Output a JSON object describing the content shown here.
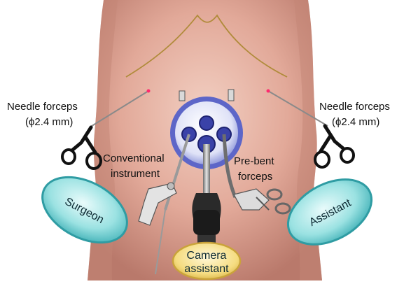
{
  "labels": {
    "needle_left_line1": "Needle forceps",
    "needle_left_line2": "(ϕ2.4 mm)",
    "needle_right_line1": "Needle forceps",
    "needle_right_line2": "(ϕ2.4 mm)",
    "conventional_line1": "Conventional",
    "conventional_line2": "instrument",
    "prebent_line1": "Pre-bent",
    "prebent_line2": "forceps"
  },
  "roles": {
    "surgeon": "Surgeon",
    "assistant": "Assistant",
    "camera_line1": "Camera",
    "camera_line2": "assistant"
  },
  "colors": {
    "skin": "#e8b7a8",
    "skin_shadow": "#c98e80",
    "port_ring": "#5d66c8",
    "oval_fill": "#8fe0e0",
    "camera_oval": "#f6df8a",
    "costal_line": "#b08b3a",
    "needle_tip": "#ff2a6e"
  }
}
